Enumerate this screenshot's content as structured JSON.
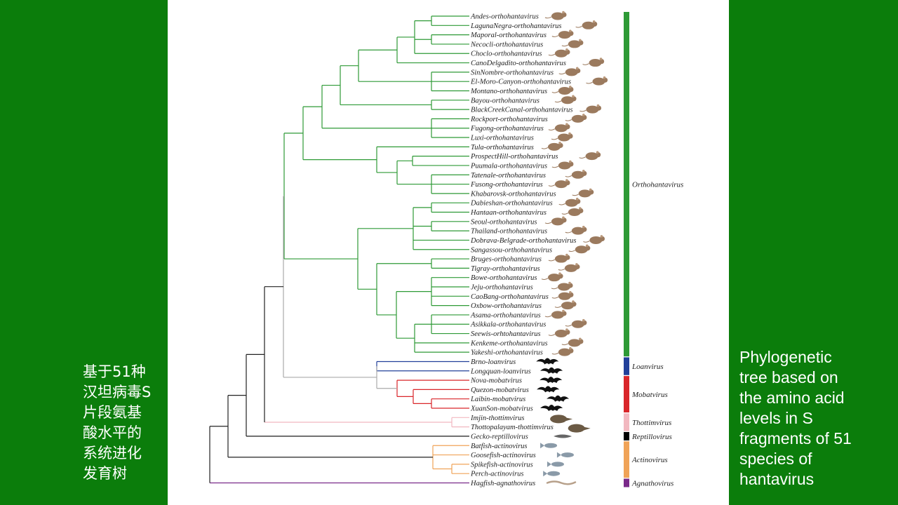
{
  "caption_cn": [
    "基于51种",
    "汉坦病毒S",
    "片段氨基",
    "酸水平的",
    "系统进化",
    "发育树"
  ],
  "caption_en": [
    "Phylogenetic",
    "tree based on",
    "the amino acid",
    "levels in S",
    "fragments of 51",
    "species of",
    "hantavirus"
  ],
  "colors": {
    "background": "#0b7d0b",
    "figure": "#ffffff",
    "orthohantavirus": "#2e9a36",
    "loanvirus": "#22409a",
    "mobatvirus": "#d9262a",
    "thottimvirus": "#f2b8c0",
    "reptillovirus": "#000000",
    "actinovirus": "#f0a358",
    "agnathovirus": "#7a2a8a"
  },
  "groups": [
    {
      "name": "Orthohantavirus",
      "color": "#2e9a36",
      "icon": "rodent-icon",
      "leaves": [
        "Andes-orthohantavirus",
        "LagunaNegra-orthohantavirus",
        "Maporal-orthohantavirus",
        "Necocli-orthohantavirus",
        "Choclo-orthohantavirus",
        "CanoDelgadito-orthohantavirus",
        "SinNombre-orthohantavirus",
        "El-Moro-Canyon-orthohantavirus",
        "Montano-orthohantavirus",
        "Bayou-orthohantavirus",
        "BlackCreekCanal-orthohantavirus",
        "Rockport-orthohantavirus",
        "Fugong-orthohantavirus",
        "Luxi-orthohantavirus",
        "Tula-orthohantavirus",
        "ProspectHill-orthohantavirus",
        "Puumala-orthohantavirus",
        "Tatenale-orthohantavirus",
        "Fusong-orthohantavirus",
        "Khabarovsk-orthohantavirus",
        "Dabieshan-orthohantavirus",
        "Hantaan-orthohantavirus",
        "Seoul-orthohantavirus",
        "Thailand-orthohantavirus",
        "Dobrava-Belgrade-orthohantavirus",
        "Sangassou-orthohantavirus",
        "Bruges-orthohantavirus",
        "Tigray-orthohantavirus",
        "Bowe-orthohantavirus",
        "Jeju-orthohantavirus",
        "CaoBang-orthohantavirus",
        "Oxbow-orthohantavirus",
        "Asama-orthohantavirus",
        "Asikkala-orthohantavirus",
        "Seewis-orhtohantavirus",
        "Kenkeme-orthohantavirus",
        "Yakeshi-orthohantavirus"
      ]
    },
    {
      "name": "Loanvirus",
      "color": "#22409a",
      "icon": "bat-icon",
      "leaves": [
        "Brno-loanvirus",
        "Longquan-loanvirus"
      ]
    },
    {
      "name": "Mobatvirus",
      "color": "#d9262a",
      "icon": "bat-icon",
      "leaves": [
        "Nova-mobatvirus",
        "Quezon-mobatvirus",
        "Laibin-mobatvirus",
        "XuanSon-mobatvirus"
      ]
    },
    {
      "name": "Thottimvirus",
      "color": "#f2b8c0",
      "icon": "shrew-icon",
      "leaves": [
        "Imjin-thottimvirus",
        "Thottopalayam-thottimvirus"
      ]
    },
    {
      "name": "Reptillovirus",
      "color": "#000000",
      "icon": "gecko-icon",
      "leaves": [
        "Gecko-reptillovirus"
      ]
    },
    {
      "name": "Actinovirus",
      "color": "#f0a358",
      "icon": "fish-icon",
      "leaves": [
        "Batfish-actinovirus",
        "Goosefish-actinovirus",
        "Spikefish-actinovirus",
        "Perch-actinovirus"
      ]
    },
    {
      "name": "Agnathovirus",
      "color": "#7a2a8a",
      "icon": "hagfish-icon",
      "leaves": [
        "Hagfish-agnathovirus"
      ]
    }
  ]
}
